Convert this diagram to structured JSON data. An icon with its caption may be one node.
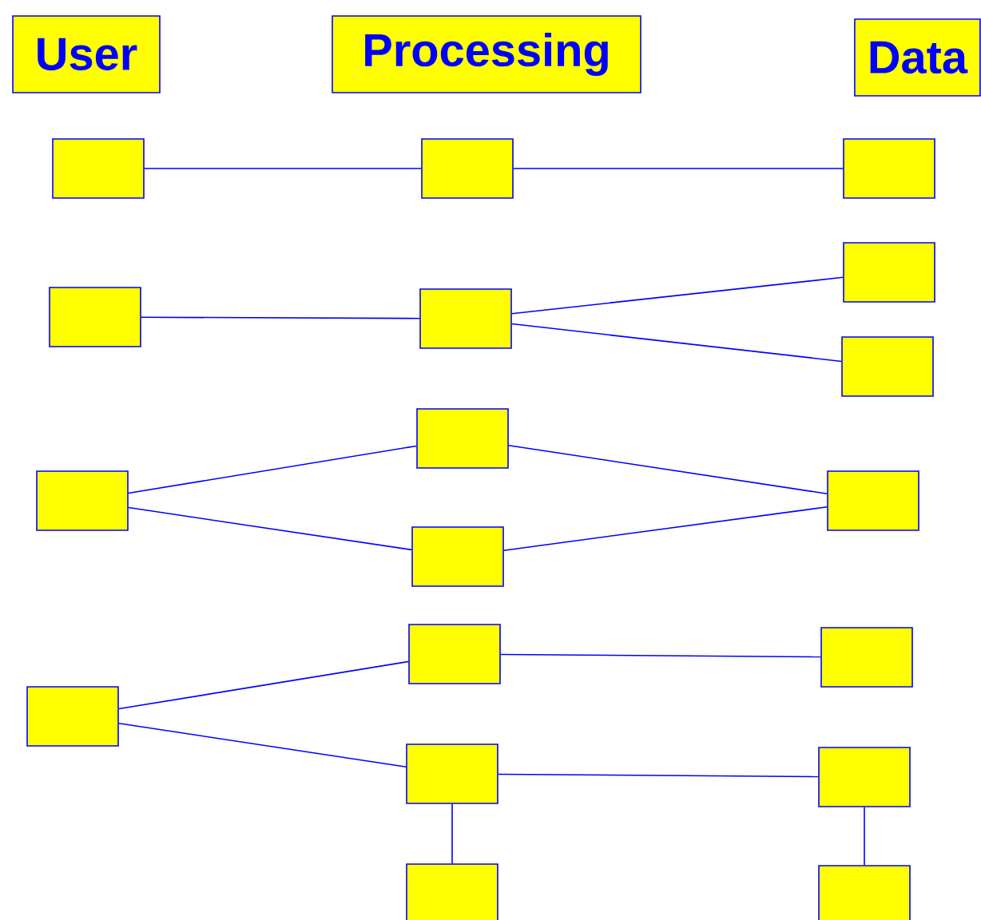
{
  "diagram": {
    "nodes": [
      {
        "text": [
          "User"
        ]
      },
      {
        "text": [
          "Processing"
        ]
      },
      {
        "text": [
          "Data"
        ]
      },
      {
        "text": [],
        "shape": "box"
      },
      {
        "text": [],
        "shape": "box"
      },
      {
        "text": [],
        "shape": "box"
      },
      {
        "text": [],
        "shape": "box"
      },
      {
        "text": [],
        "shape": "box"
      },
      {
        "text": [],
        "shape": "box"
      },
      {
        "text": [],
        "shape": "box"
      },
      {
        "text": [],
        "shape": "box"
      },
      {
        "text": [],
        "shape": "box"
      },
      {
        "text": [],
        "shape": "box"
      },
      {
        "text": [],
        "shape": "box"
      },
      {
        "text": [],
        "shape": "box"
      },
      {
        "text": [],
        "shape": "box"
      },
      {
        "text": [],
        "shape": "box"
      },
      {
        "text": [],
        "shape": "box"
      },
      {
        "text": [],
        "shape": "box"
      },
      {
        "text": [],
        "shape": "box"
      },
      {
        "text": [],
        "shape": "box"
      }
    ],
    "edges": [
      {
        "from": 3,
        "to": 4,
        "arrow": "none"
      },
      {
        "from": 4,
        "to": 5,
        "arrow": "none"
      },
      {
        "from": 6,
        "to": 7,
        "arrow": "none"
      },
      {
        "from": 7,
        "to": 8,
        "arrow": "none"
      },
      {
        "from": 7,
        "to": 9,
        "arrow": "none"
      },
      {
        "from": 10,
        "to": 11,
        "arrow": "none"
      },
      {
        "from": 10,
        "to": 12,
        "arrow": "none"
      },
      {
        "from": 11,
        "to": 13,
        "arrow": "none"
      },
      {
        "from": 12,
        "to": 13,
        "arrow": "none"
      },
      {
        "from": 14,
        "to": 15,
        "arrow": "none"
      },
      {
        "from": 14,
        "to": 16,
        "arrow": "none"
      },
      {
        "from": 15,
        "to": 17,
        "arrow": "none"
      },
      {
        "from": 16,
        "to": 18,
        "arrow": "none"
      },
      {
        "from": 16,
        "to": 19,
        "arrow": "none"
      },
      {
        "from": 18,
        "to": 20,
        "arrow": "none"
      }
    ]
  }
}
